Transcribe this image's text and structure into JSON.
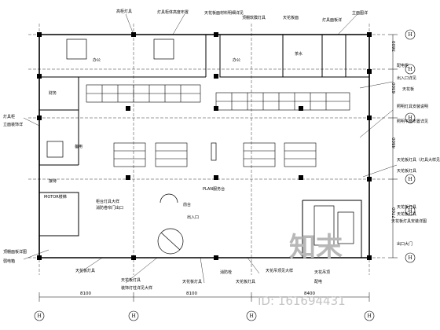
{
  "colors": {
    "line": "#000000",
    "wall": "#000000",
    "watermark": "#bdbdbd"
  },
  "room_labels": {
    "office_a": "办公",
    "office_b": "办公",
    "room_small": "茶水",
    "office_left": "财务",
    "reception": "接待",
    "pantry": "备用",
    "stair": "MOTOR楼梯",
    "lobby": "前台",
    "service": "PLAN服务台"
  },
  "callouts": [
    "高柜灯具",
    "灯具柜体高度布置",
    "天花板面材料明细详见",
    "顶棚软膜灯具",
    "天花板面",
    "灯具面板详",
    "立面图详",
    "配电柜",
    "出入口详见",
    "天花板",
    "照明灯具安装说明",
    "照明平面布置详见",
    "天花板灯具（灯具大样见）",
    "天花板灯具",
    "天花板灯具",
    "天花板灯具",
    "天花板灯具安装详图",
    "出口大门",
    "灯具柜",
    "立面装饰详",
    "顶棚面板详图",
    "弱电箱",
    "天花板灯具",
    "天花板灯具",
    "装饰灯柱详见大样",
    "天花板灯具",
    "消防栓",
    "天花板灯具",
    "天花吊顶见大样",
    "天花吊顶",
    "配电",
    "柜台灯具大样",
    "消防卷帘门出口",
    "出入口"
  ],
  "dimensions": {
    "bottom": [
      "8100",
      "8100",
      "8400"
    ],
    "right": [
      "3600",
      "6300",
      "4800",
      "7700"
    ]
  },
  "axis_bubbles": {
    "right": [
      "H",
      "H",
      "H",
      "H",
      "H",
      "H"
    ],
    "bottom": [
      "H",
      "H",
      "H",
      "H"
    ]
  },
  "watermark": {
    "logo": "知末",
    "id": "ID: 161694431"
  }
}
